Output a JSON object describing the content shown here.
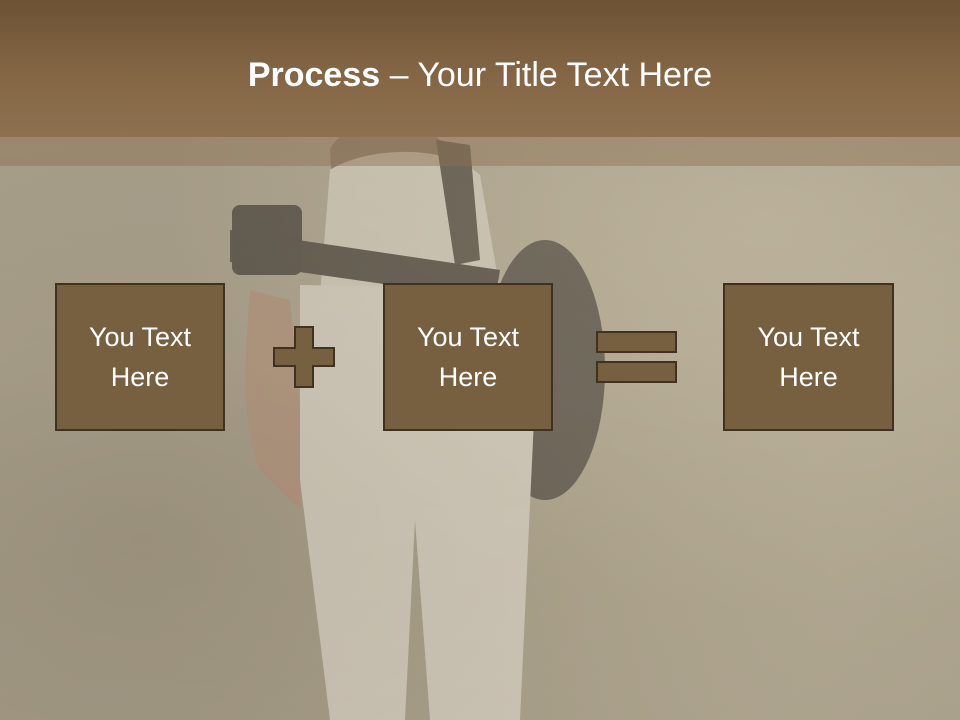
{
  "slide": {
    "title_bold": "Process",
    "title_dash": " – ",
    "title_rest": "Your Title Text Here"
  },
  "boxes": [
    {
      "text": "You Text Here"
    },
    {
      "text": "You Text Here"
    },
    {
      "text": "You Text Here"
    }
  ],
  "operators": [
    "plus-icon",
    "equals-icon"
  ],
  "colors": {
    "header": "#846645",
    "box_fill": "#76603f",
    "box_border": "#3f3220",
    "title_text": "#ffffff"
  }
}
